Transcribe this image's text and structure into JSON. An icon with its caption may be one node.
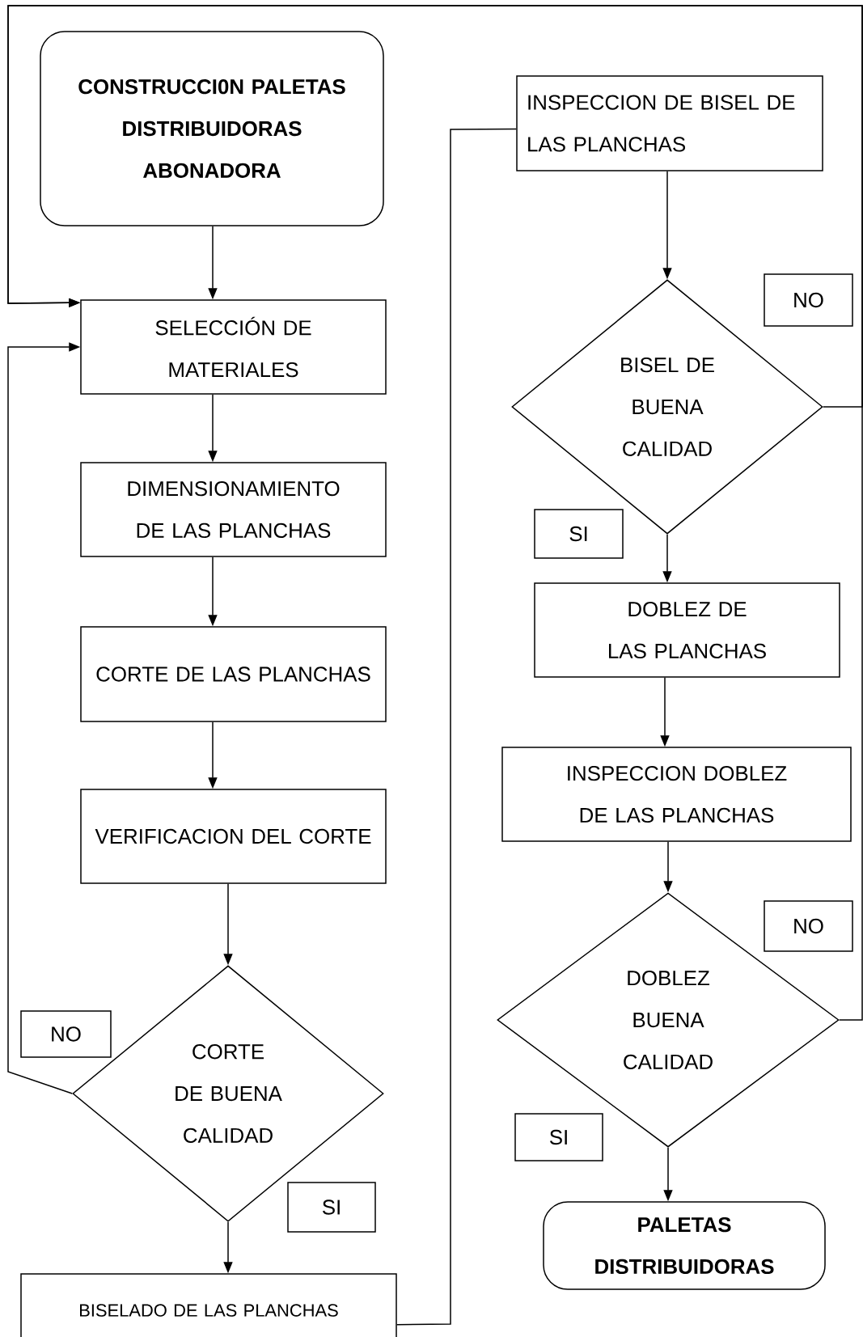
{
  "diagram": {
    "nodes": [
      {
        "text": [
          "CONSTRUCCI0N PALETAS DISTRIBUIDORAS ABONADORA"
        ]
      },
      {
        "text": [
          "SELECCIÓN DE MATERIALES"
        ]
      },
      {
        "text": [
          "DIMENSIONAMIENTO DE LAS PLANCHAS"
        ]
      },
      {
        "text": [
          "CORTE DE LAS PLANCHAS"
        ]
      },
      {
        "text": [
          "VERIFICACION DEL CORTE"
        ]
      },
      {
        "text": [
          "NO"
        ]
      },
      {
        "text": [
          "CORTE DE BUENA CALIDAD"
        ]
      },
      {
        "text": [
          "SI"
        ]
      },
      {
        "text": [
          "BISELADO DE LAS PLANCHAS"
        ]
      },
      {
        "text": [
          "INSPECCION DE BISEL DE LAS PLANCHAS"
        ]
      },
      {
        "text": [
          "NO"
        ]
      },
      {
        "text": [
          "BISEL DE BUENA CALIDAD"
        ]
      },
      {
        "text": [
          "SI"
        ]
      },
      {
        "text": [
          "DOBLEZ DE LAS PLANCHAS"
        ]
      },
      {
        "text": [
          "INSPECCION DOBLEZ DE LAS PLANCHAS"
        ]
      },
      {
        "text": [
          "NO"
        ]
      },
      {
        "text": [
          "DOBLEZ BUENA CALIDAD"
        ]
      },
      {
        "text": [
          "SI"
        ]
      },
      {
        "text": [
          "PALETAS DISTRIBUIDORAS"
        ]
      }
    ],
    "edges": [
      {
        "from": 0,
        "to": 1,
        "arrow": "to"
      },
      {
        "from": 1,
        "to": 2,
        "arrow": "to"
      },
      {
        "from": 2,
        "to": 3,
        "arrow": "to"
      },
      {
        "from": 3,
        "to": 4,
        "arrow": "to"
      },
      {
        "from": 4,
        "to": 6,
        "arrow": "to"
      },
      {
        "from": 6,
        "to": 1,
        "arrow": "to"
      },
      {
        "from": 6,
        "to": 8,
        "arrow": "to"
      },
      {
        "from": 8,
        "to": 9,
        "arrow": "none"
      },
      {
        "from": 9,
        "to": 11,
        "arrow": "to"
      },
      {
        "from": 11,
        "to": 1,
        "arrow": "to"
      },
      {
        "from": 11,
        "to": 13,
        "arrow": "to"
      },
      {
        "from": 13,
        "to": 14,
        "arrow": "to"
      },
      {
        "from": 14,
        "to": 16,
        "arrow": "to"
      },
      {
        "from": 16,
        "to": 1,
        "arrow": "to"
      },
      {
        "from": 16,
        "to": 18,
        "arrow": "to"
      }
    ]
  }
}
